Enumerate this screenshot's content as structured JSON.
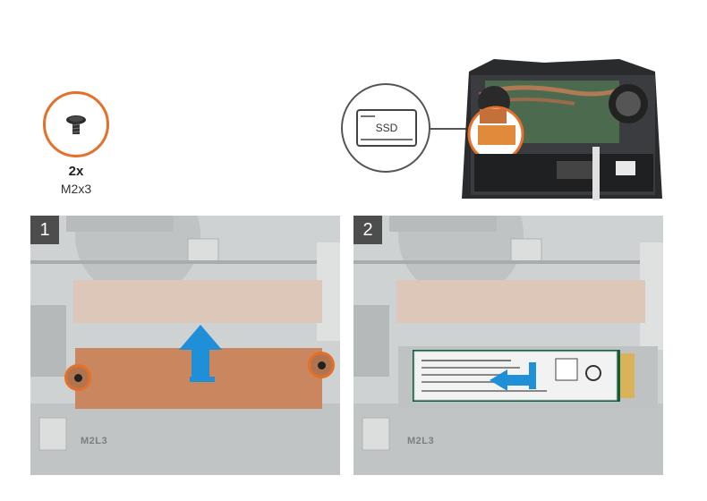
{
  "screw": {
    "quantity": "2x",
    "size": "M2x3"
  },
  "ssd_icon": {
    "label": "SSD"
  },
  "steps": [
    {
      "number": "1",
      "board_label": "M2L3"
    },
    {
      "number": "2",
      "board_label": "M2L3"
    }
  ],
  "colors": {
    "accent": "#e4702a",
    "arrow": "#1f8fd8",
    "copper": "#c9865f",
    "badge": "#4d4d4d"
  },
  "icons": [
    "screw-icon",
    "ssd-icon",
    "laptop-base-icon",
    "lift-arrow-icon",
    "slide-arrow-icon",
    "m2-ssd-module-icon"
  ]
}
